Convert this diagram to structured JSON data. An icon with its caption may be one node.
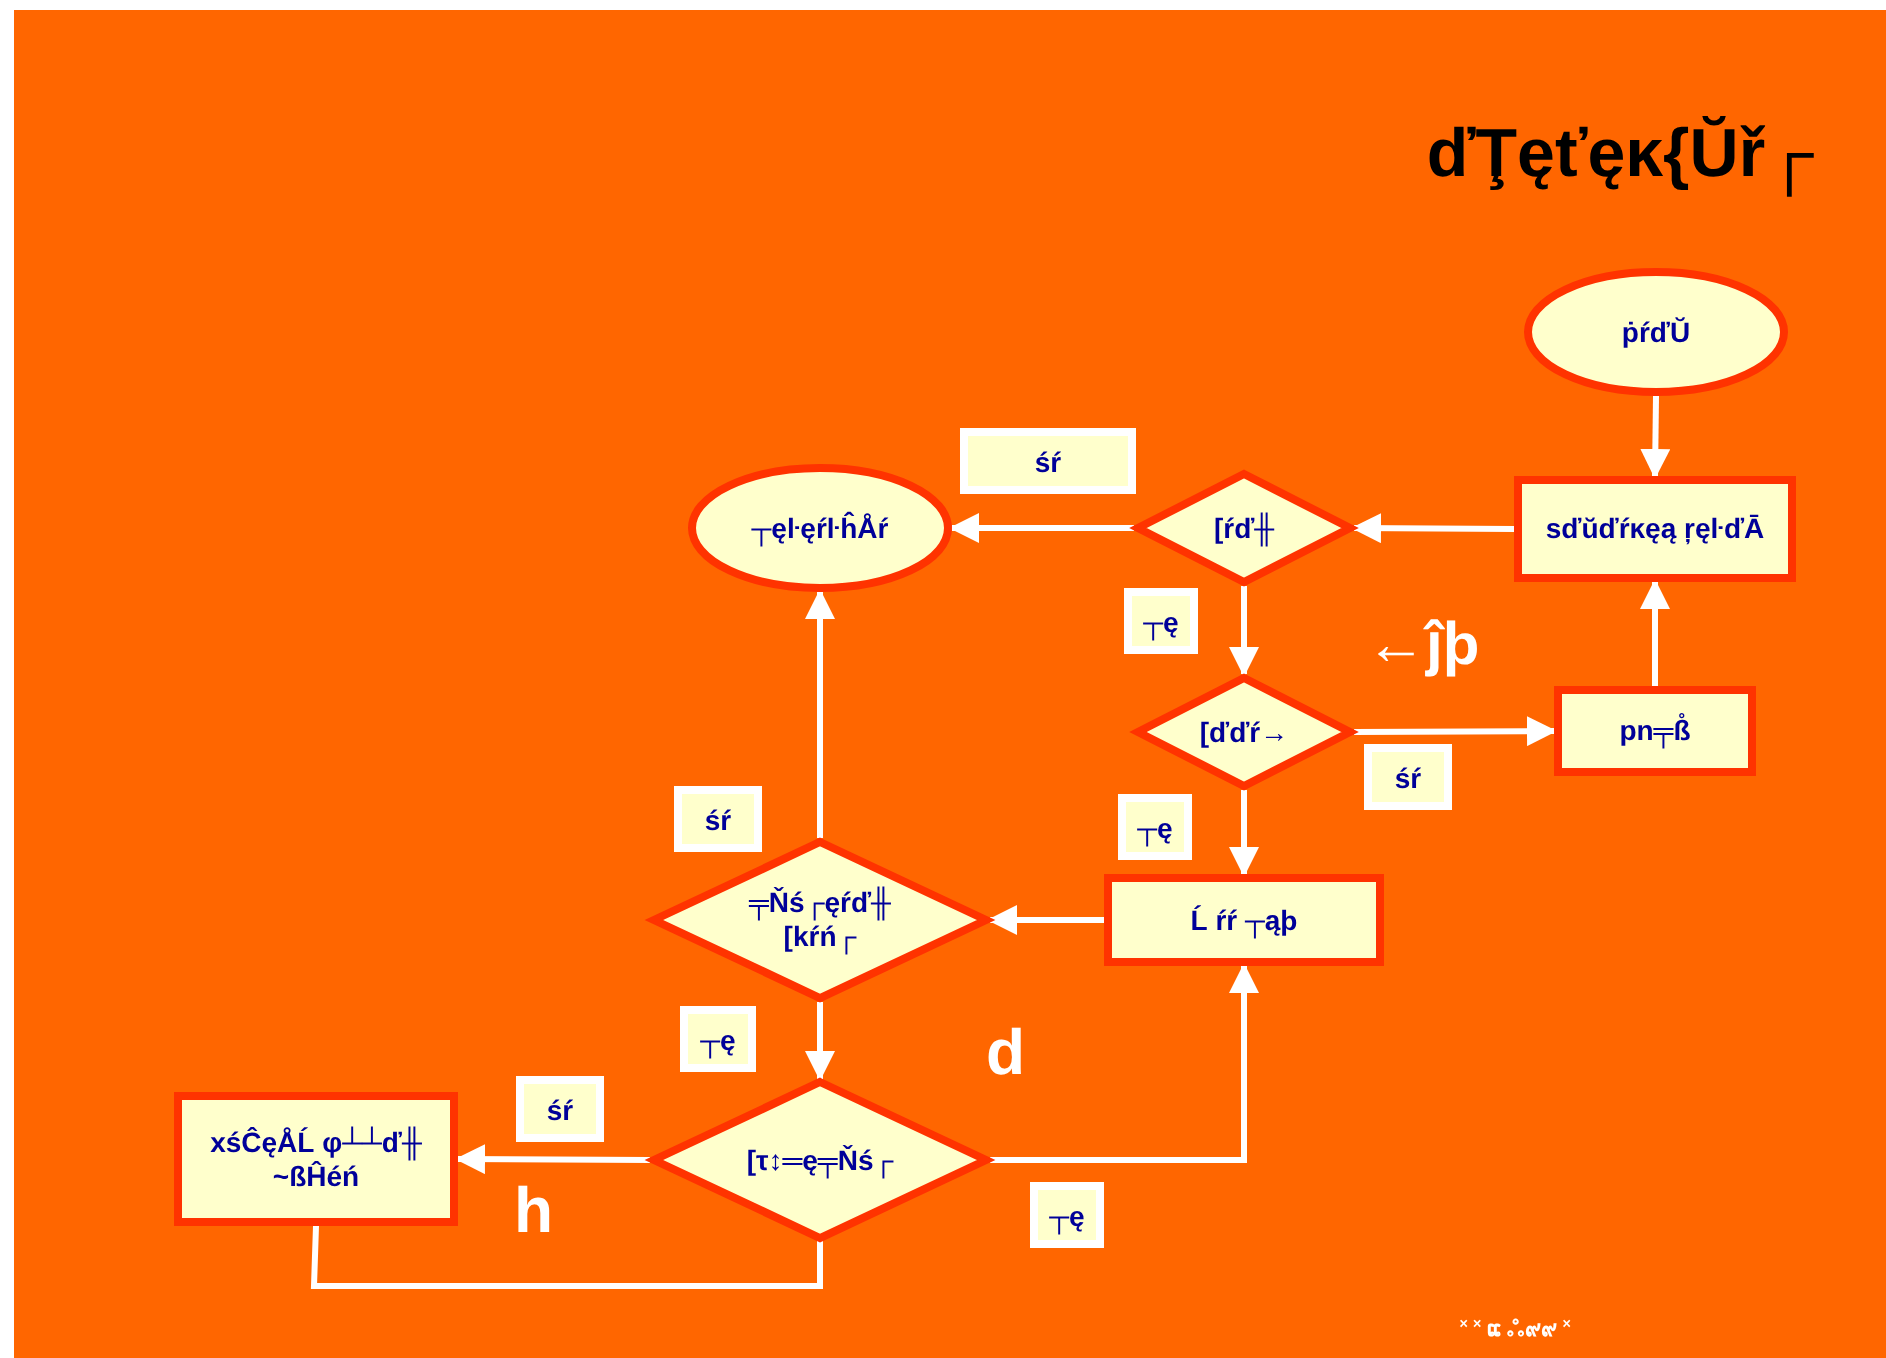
{
  "diagram": {
    "title": "ďŢęťęĸ{Ŭř┌",
    "nodes": [
      {
        "text": [
          "ṗŕďŬ"
        ]
      },
      {
        "text": [
          "sďŭďŕĸęą ŗęŀďĀ"
        ]
      },
      {
        "text": [
          "[ŕď╫"
        ]
      },
      {
        "text": [
          "┬ęŀęŕŀĥÅŕ"
        ]
      },
      {
        "text": [
          "[ďďŕ→"
        ]
      },
      {
        "text": [
          "pn╤ß̊"
        ]
      },
      {
        "text": [
          "Ĺ ŕŕ ┬ąþ"
        ]
      },
      {
        "text": [
          "╤Ňś┌ęŕď╫ [kŕń┌"
        ]
      },
      {
        "text": [
          "[τ↕═ę╤Ňś┌"
        ]
      },
      {
        "text": [
          "xśĈęÅĹ φ┴┴ď╫ ~ßĤéń"
        ]
      }
    ],
    "edges": [
      {
        "from": 0,
        "to": 1,
        "arrow": "to"
      },
      {
        "from": 1,
        "to": 2,
        "arrow": "to"
      },
      {
        "from": 2,
        "to": 3,
        "arrow": "to",
        "label": "śŕ"
      },
      {
        "from": 2,
        "to": 4,
        "arrow": "to",
        "label": "┬ę"
      },
      {
        "from": 4,
        "to": 5,
        "arrow": "to",
        "label": "śŕ"
      },
      {
        "from": 5,
        "to": 1,
        "arrow": "to"
      },
      {
        "from": 4,
        "to": 6,
        "arrow": "to",
        "label": "┬ę"
      },
      {
        "from": 6,
        "to": 7,
        "arrow": "to"
      },
      {
        "from": 7,
        "to": 3,
        "arrow": "to",
        "label": "śŕ"
      },
      {
        "from": 7,
        "to": 8,
        "arrow": "to",
        "label": "┬ę"
      },
      {
        "from": 8,
        "to": 9,
        "arrow": "to",
        "label": "śŕ"
      },
      {
        "from": 8,
        "to": 6,
        "arrow": "to",
        "label": "┬ę"
      },
      {
        "from": 9,
        "to": 8,
        "arrow": "to"
      }
    ],
    "labels": [
      "←ĵþ",
      "d",
      "h",
      "˟ ˟ ແ ஃ๙๙ ˟"
    ]
  }
}
